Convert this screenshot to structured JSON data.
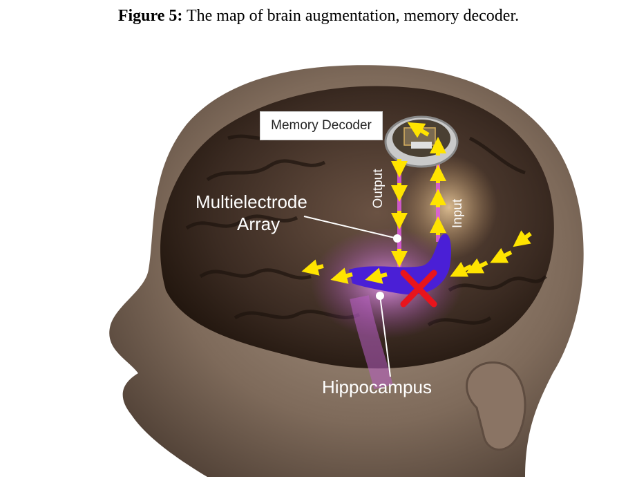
{
  "caption": {
    "prefix": "Figure 5:",
    "text": " The map of brain augmentation, memory decoder."
  },
  "labels": {
    "memory_decoder": "Memory Decoder",
    "output": "Output",
    "input": "Input",
    "multielectrode_line1": "Multielectrode",
    "multielectrode_line2": "Array",
    "hippocampus": "Hippocampus"
  },
  "colors": {
    "arrow": "#ffe400",
    "hippocampus": "#4a1fd6",
    "pathway": "#e05ce0",
    "blocked_mark": "#e8141c",
    "skin": "#8c7766",
    "brain": "#3a2a22"
  },
  "icons": {
    "chip": "microchip-icon",
    "blocked": "x-mark-icon"
  }
}
